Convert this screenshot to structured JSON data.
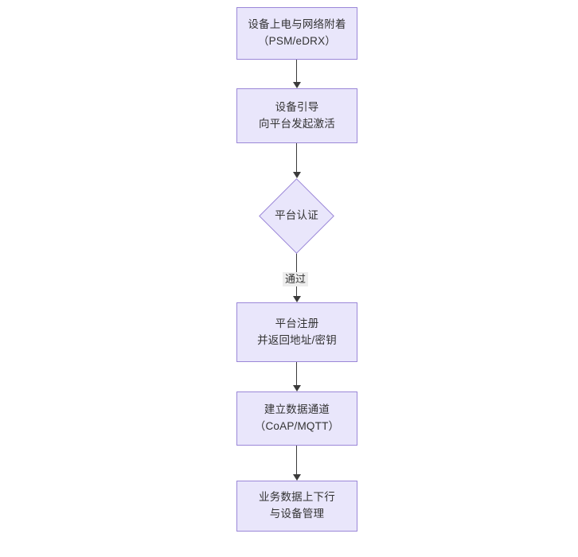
{
  "diagram": {
    "type": "flowchart",
    "orientation": "top-to-bottom",
    "title": "",
    "background_color": "#FFFFFF",
    "node_fill_color": "#E9E6FB",
    "node_border_color": "#9B87D8",
    "text_color": "#333333",
    "connector_color": "#3B3B3B",
    "edge_label_background": "#EDEDED",
    "nodes": [
      {
        "id": "n1",
        "shape": "rectangle",
        "line1": "设备上电与网络附着",
        "line2": "（PSM/eDRX）"
      },
      {
        "id": "n2",
        "shape": "rectangle",
        "line1": "设备引导",
        "line2": "向平台发起激活"
      },
      {
        "id": "n3",
        "shape": "diamond",
        "line1": "平台认证",
        "line2": ""
      },
      {
        "id": "n4",
        "shape": "rectangle",
        "line1": "平台注册",
        "line2": "并返回地址/密钥"
      },
      {
        "id": "n5",
        "shape": "rectangle",
        "line1": "建立数据通道",
        "line2": "（CoAP/MQTT）"
      },
      {
        "id": "n6",
        "shape": "rectangle",
        "line1": "业务数据上下行",
        "line2": "与设备管理"
      }
    ],
    "edges": [
      {
        "id": "e1",
        "from": "n1",
        "to": "n2",
        "label": ""
      },
      {
        "id": "e2",
        "from": "n2",
        "to": "n3",
        "label": ""
      },
      {
        "id": "e3",
        "from": "n3",
        "to": "n4",
        "label": "通过"
      },
      {
        "id": "e4",
        "from": "n4",
        "to": "n5",
        "label": ""
      },
      {
        "id": "e5",
        "from": "n5",
        "to": "n6",
        "label": ""
      }
    ]
  }
}
